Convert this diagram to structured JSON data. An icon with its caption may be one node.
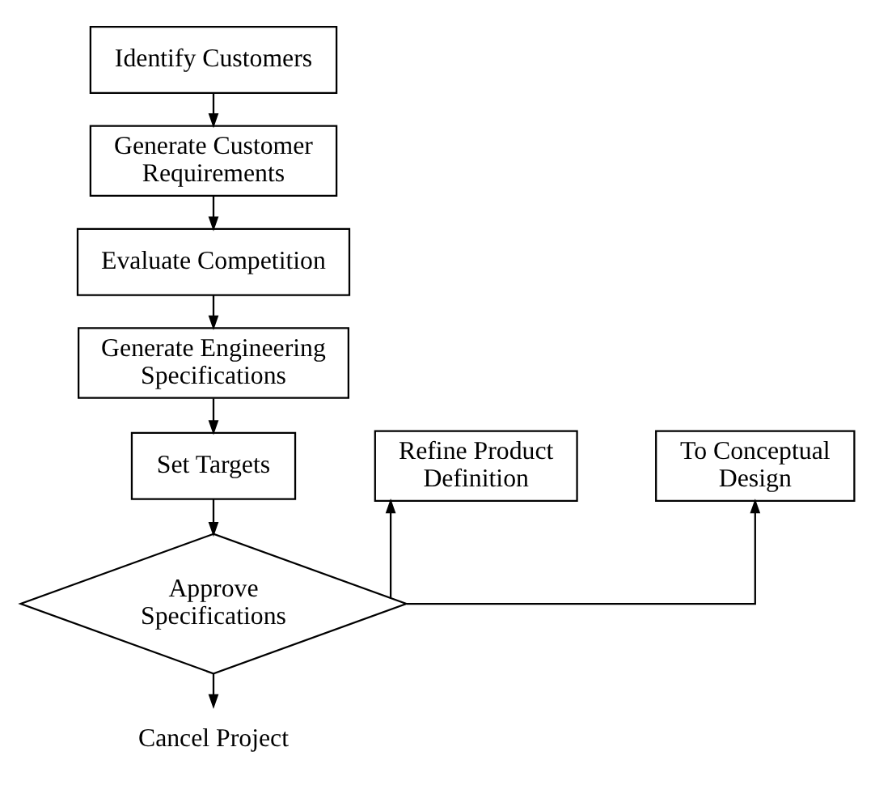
{
  "diagram": {
    "nodes": [
      {
        "text": [
          "Identify Customers"
        ]
      },
      {
        "text": [
          "Generate Customer Requirements"
        ]
      },
      {
        "text": [
          "Evaluate Competition"
        ]
      },
      {
        "text": [
          "Generate Engineering Specifications"
        ]
      },
      {
        "text": [
          "Refine Product Definition"
        ]
      },
      {
        "text": [
          "Set Targets"
        ]
      },
      {
        "text": [
          "To Conceptual Design"
        ]
      },
      {
        "text": [
          "Approve Specifications"
        ]
      },
      {
        "text": [
          "Cancel Project"
        ]
      }
    ],
    "edges": [
      {
        "from": 0,
        "to": 1,
        "arrow": "to"
      },
      {
        "from": 1,
        "to": 2,
        "arrow": "to"
      },
      {
        "from": 2,
        "to": 3,
        "arrow": "to"
      },
      {
        "from": 3,
        "to": 5,
        "arrow": "to"
      },
      {
        "from": 5,
        "to": 7,
        "arrow": "to"
      },
      {
        "from": 7,
        "to": 4,
        "arrow": "to"
      },
      {
        "from": 7,
        "to": 6,
        "arrow": "to"
      },
      {
        "from": 7,
        "to": 8,
        "arrow": "to"
      }
    ]
  }
}
